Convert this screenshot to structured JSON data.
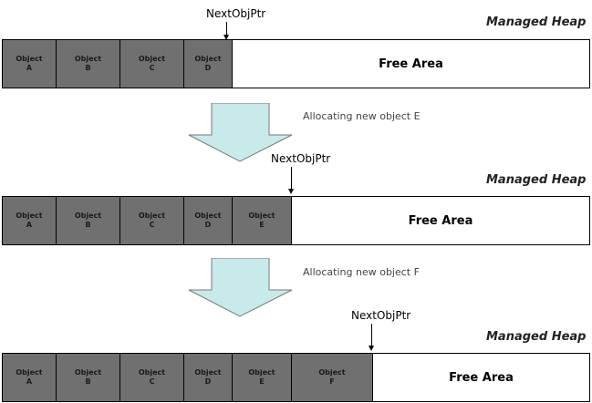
{
  "pointer_label": "NextObjPtr",
  "heap_label": "Managed Heap",
  "free_area_label": "Free Area",
  "object_word": "Object",
  "colors": {
    "object_fill": "#707070",
    "arrow_fill": "#c8eaea"
  },
  "states": [
    {
      "objects": [
        "A",
        "B",
        "C",
        "D"
      ]
    },
    {
      "objects": [
        "A",
        "B",
        "C",
        "D",
        "E"
      ]
    },
    {
      "objects": [
        "A",
        "B",
        "C",
        "D",
        "E",
        "F"
      ]
    }
  ],
  "transitions": [
    {
      "text": "Allocating new object E"
    },
    {
      "text": "Allocating new object F"
    }
  ]
}
